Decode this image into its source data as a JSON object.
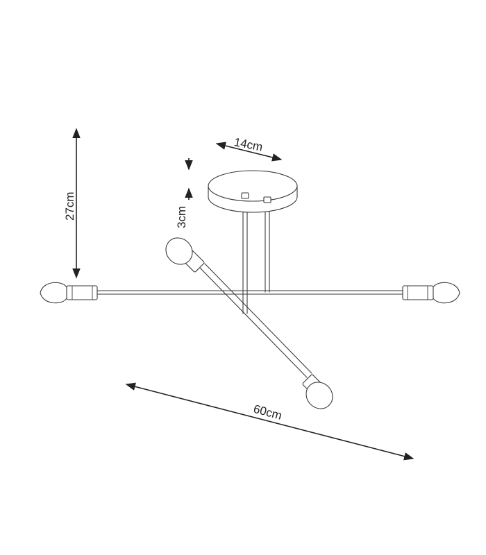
{
  "dimensions": {
    "canopy_width": "14cm",
    "canopy_height": "3cm",
    "total_height": "27cm",
    "total_width": "60cm"
  },
  "colors": {
    "line": "#3a3a3a",
    "dimension": "#222222",
    "background": "#ffffff"
  }
}
